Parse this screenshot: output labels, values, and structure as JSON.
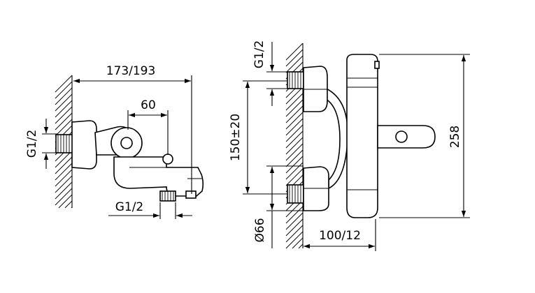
{
  "side_view": {
    "dim_width": "173/193",
    "dim_spout": "60",
    "dim_inlet_thread": "G1/2",
    "dim_outlet_thread": "G1/2"
  },
  "front_view": {
    "dim_inlet_thread": "G1/2",
    "dim_centres": "150±20",
    "dim_escutcheon": "Ø66",
    "dim_depth": "100/12",
    "dim_height": "258"
  }
}
